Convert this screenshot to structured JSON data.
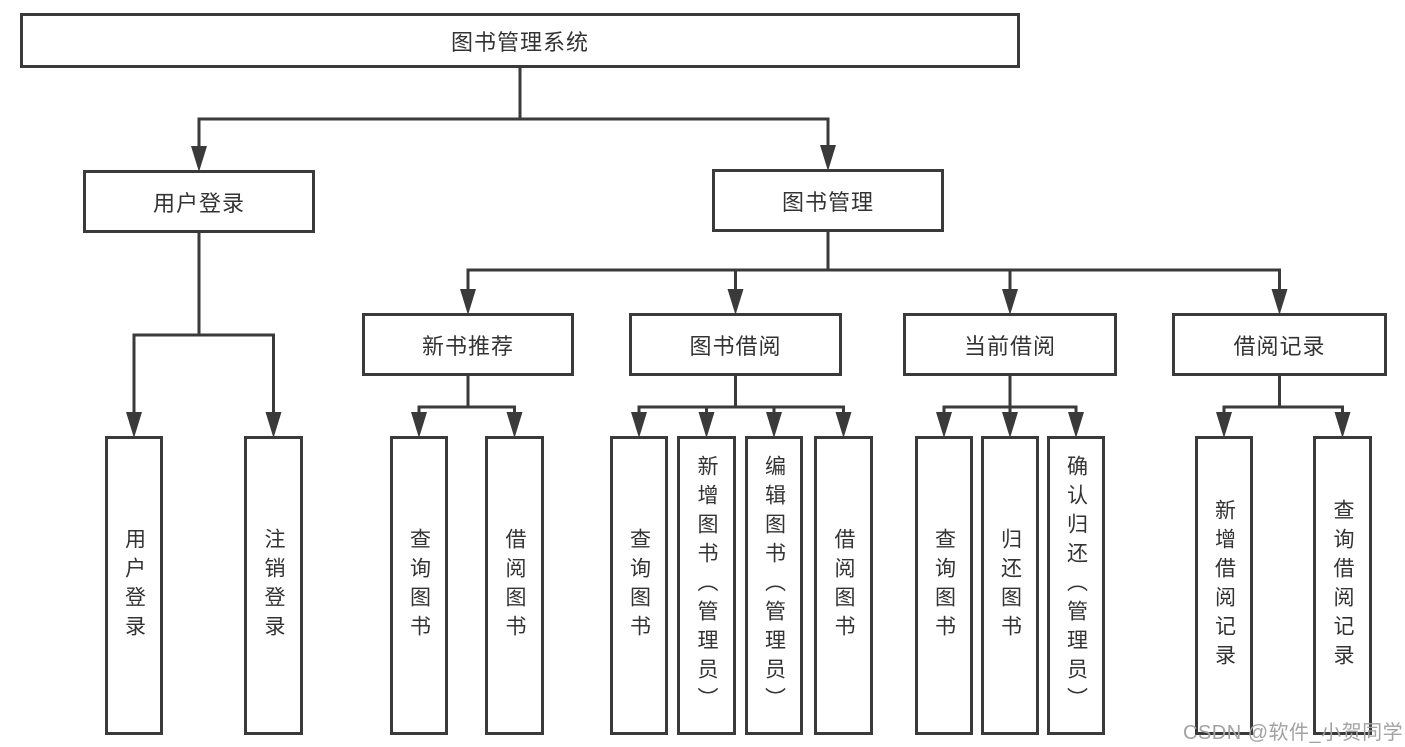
{
  "diagram": {
    "title": "图书管理系统",
    "nodes": [
      {
        "id": "system",
        "label": "图书管理系统",
        "parent": null,
        "orientation": "horizontal"
      },
      {
        "id": "user-login",
        "label": "用户登录",
        "parent": "system",
        "orientation": "horizontal"
      },
      {
        "id": "book-mgmt",
        "label": "图书管理",
        "parent": "system",
        "orientation": "horizontal"
      },
      {
        "id": "new-book-rec",
        "label": "新书推荐",
        "parent": "book-mgmt",
        "orientation": "horizontal"
      },
      {
        "id": "book-borrow",
        "label": "图书借阅",
        "parent": "book-mgmt",
        "orientation": "horizontal"
      },
      {
        "id": "current-borrow",
        "label": "当前借阅",
        "parent": "book-mgmt",
        "orientation": "horizontal"
      },
      {
        "id": "borrow-record",
        "label": "借阅记录",
        "parent": "book-mgmt",
        "orientation": "horizontal"
      },
      {
        "id": "leaf-user-login",
        "label": "用户登录",
        "parent": "user-login",
        "orientation": "vertical"
      },
      {
        "id": "leaf-logout",
        "label": "注销登录",
        "parent": "user-login",
        "orientation": "vertical"
      },
      {
        "id": "leaf-rec-query",
        "label": "查询图书",
        "parent": "new-book-rec",
        "orientation": "vertical"
      },
      {
        "id": "leaf-rec-borrow",
        "label": "借阅图书",
        "parent": "new-book-rec",
        "orientation": "vertical"
      },
      {
        "id": "leaf-bb-query",
        "label": "查询图书",
        "parent": "book-borrow",
        "orientation": "vertical"
      },
      {
        "id": "leaf-bb-add",
        "label": "新增图书（管理员）",
        "parent": "book-borrow",
        "orientation": "vertical"
      },
      {
        "id": "leaf-bb-edit",
        "label": "编辑图书（管理员）",
        "parent": "book-borrow",
        "orientation": "vertical"
      },
      {
        "id": "leaf-bb-borrow",
        "label": "借阅图书",
        "parent": "book-borrow",
        "orientation": "vertical"
      },
      {
        "id": "leaf-cb-query",
        "label": "查询图书",
        "parent": "current-borrow",
        "orientation": "vertical"
      },
      {
        "id": "leaf-cb-return",
        "label": "归还图书",
        "parent": "current-borrow",
        "orientation": "vertical"
      },
      {
        "id": "leaf-cb-confirm",
        "label": "确认归还（管理员）",
        "parent": "current-borrow",
        "orientation": "vertical"
      },
      {
        "id": "leaf-br-add",
        "label": "新增借阅记录",
        "parent": "borrow-record",
        "orientation": "vertical"
      },
      {
        "id": "leaf-br-query",
        "label": "查询借阅记录",
        "parent": "borrow-record",
        "orientation": "vertical"
      }
    ]
  },
  "watermark": {
    "text": "CSDN @软件_小贺同学"
  },
  "colors": {
    "line": "#3a3a3a",
    "box_border": "#3a3a3a",
    "box_fill": "#ffffff",
    "text": "#333333",
    "watermark": "#a3a3a3",
    "background": "#ffffff"
  }
}
